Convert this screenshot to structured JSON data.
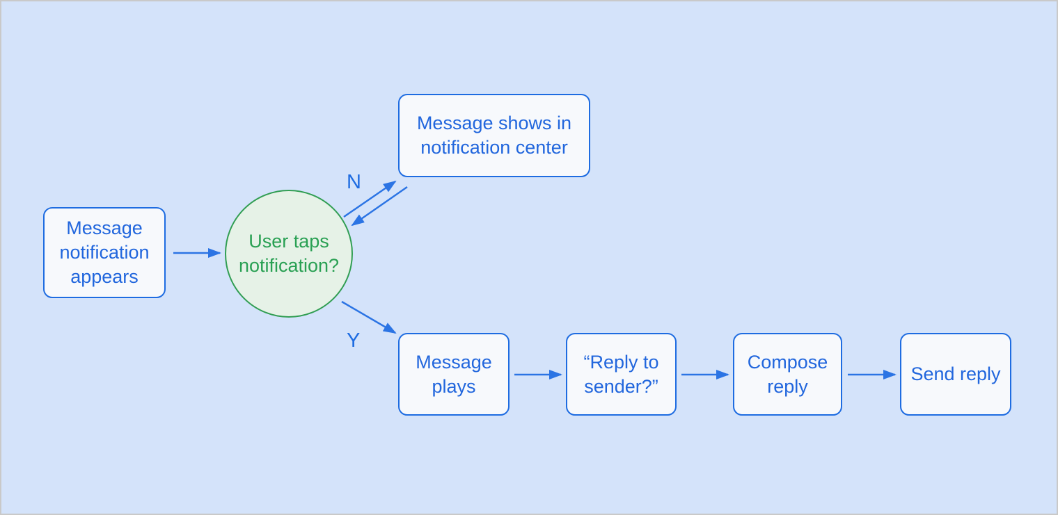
{
  "diagram": {
    "title": "message notification flowchart",
    "background_color": "#d4e3fa",
    "frame_border_color": "#c9c9c9",
    "colors": {
      "blue_text": "#2166dd",
      "blue_border": "#1e6ce1",
      "blue_arrow": "#2b74e4",
      "node_fill": "#f7f9fc",
      "green_border": "#319e53",
      "green_text": "#29a053",
      "green_fill": "#e6f2e7"
    },
    "nodes": {
      "start": {
        "type": "process",
        "label": "Message notification appears"
      },
      "decision": {
        "type": "decision",
        "label": "User taps notification?"
      },
      "no_outcome": {
        "type": "process",
        "label": "Message shows in notification center"
      },
      "message_plays": {
        "type": "process",
        "label": "Message plays"
      },
      "reply_prompt": {
        "type": "process",
        "label": "“Reply to sender?”"
      },
      "compose_reply": {
        "type": "process",
        "label": "Compose reply"
      },
      "send_reply": {
        "type": "process",
        "label": "Send reply"
      }
    },
    "edge_labels": {
      "no": "N",
      "yes": "Y"
    },
    "edges": [
      "start -> decision",
      "decision -> no_outcome (N)",
      "no_outcome -> decision",
      "decision -> message_plays (Y)",
      "message_plays -> reply_prompt",
      "reply_prompt -> compose_reply",
      "compose_reply -> send_reply"
    ]
  }
}
